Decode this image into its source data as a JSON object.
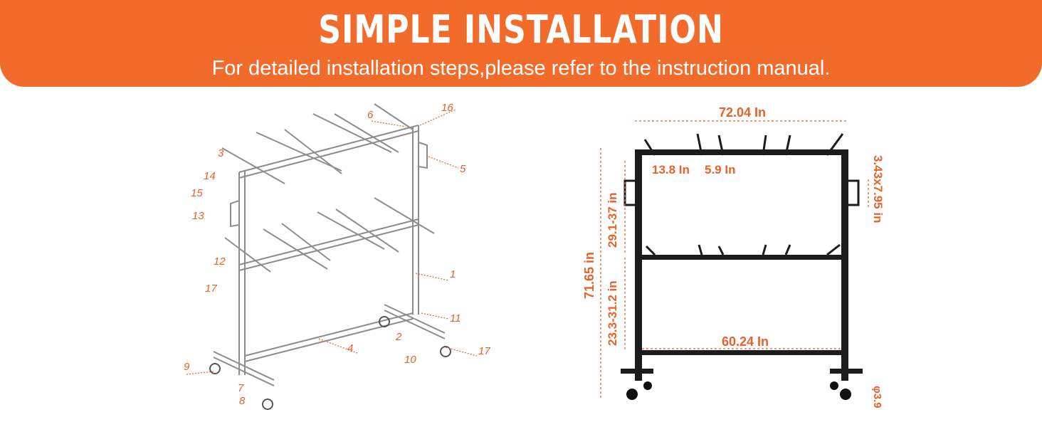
{
  "banner": {
    "title": "SIMPLE INSTALLATION",
    "subtitle": "For detailed installation steps,please refer to the instruction manual."
  },
  "exploded_view": {
    "part_numbers": [
      "16",
      "6",
      "5",
      "3",
      "14",
      "15",
      "13",
      "12",
      "1",
      "17",
      "11",
      "2",
      "4",
      "17",
      "10",
      "9",
      "7",
      "8"
    ]
  },
  "dimension_view": {
    "total_width": "72.04 In",
    "inner_width": "60.24 In",
    "hook_spacing_a": "13.8 In",
    "hook_spacing_b": "5.9 In",
    "total_height": "71.65 in",
    "upper_tier_height": "29.1-37 in",
    "lower_tier_height": "23.3-31.2 in",
    "handle_size": "3.43x7.95 in",
    "wheel_size": "φ3.9"
  },
  "colors": {
    "accent": "#f26b2a",
    "frame_dark": "#1c1c1c",
    "frame_light": "#8a8a8a"
  }
}
